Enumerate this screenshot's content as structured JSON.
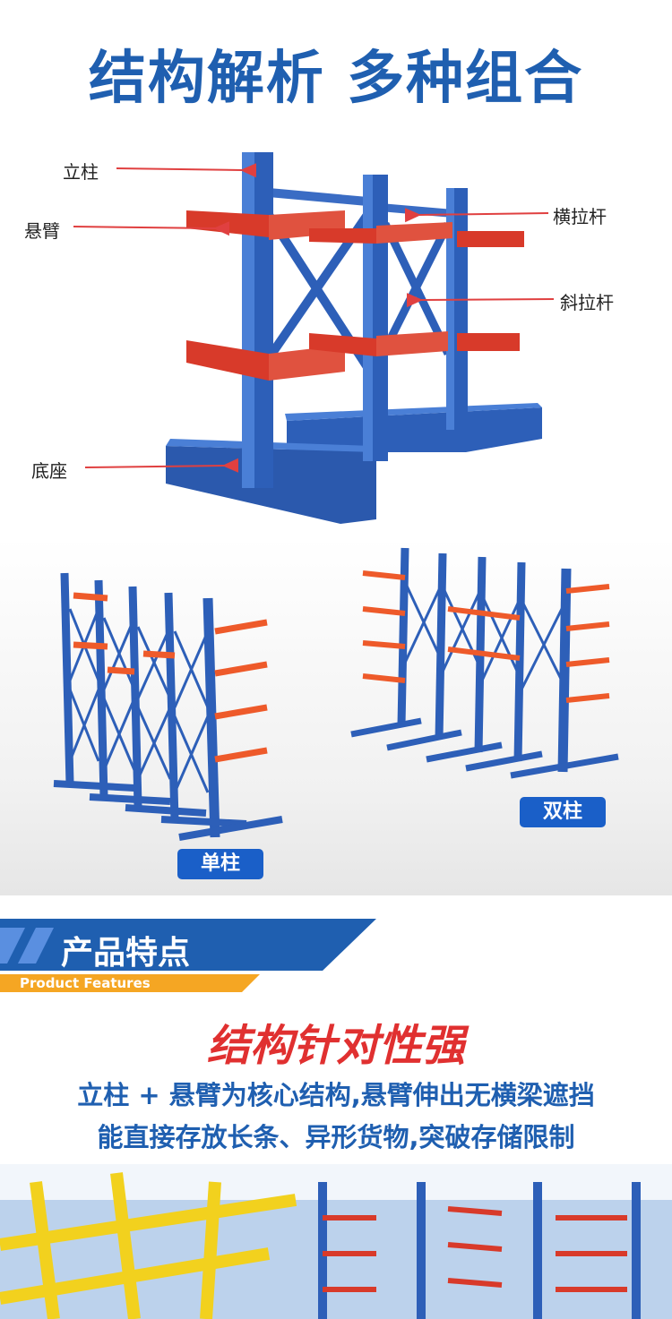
{
  "header": {
    "title": "结构解析 多种组合"
  },
  "callouts": {
    "column": "立柱",
    "arm": "悬臂",
    "base": "底座",
    "horizontal_brace": "横拉杆",
    "diagonal_brace": "斜拉杆"
  },
  "variants": {
    "single": "单柱",
    "double": "双柱"
  },
  "features": {
    "title": "产品特点",
    "subtitle": "Product Features",
    "headline": "结构针对性强",
    "line1": "立柱 + 悬臂为核心结构,悬臂伸出无横梁遮挡",
    "line2": "能直接存放长条、异形货物,突破存储限制"
  },
  "colors": {
    "brand_blue": "#1f5fb0",
    "accent_orange": "#f5a623",
    "arm_red": "#d83a2a",
    "headline_red": "#e03030"
  }
}
